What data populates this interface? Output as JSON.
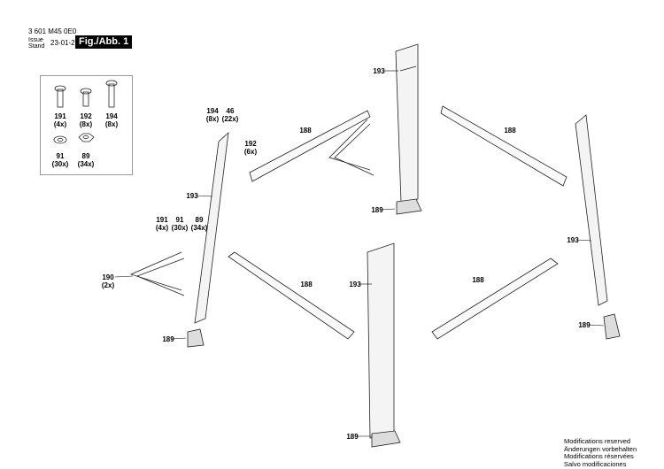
{
  "header": {
    "doc_number": "3 601 M45 0E0",
    "issue_label": "Issue",
    "stand_label": "Stand",
    "date": "23-01-25",
    "figure": "Fig./Abb. 1"
  },
  "legend": [
    {
      "part": "191",
      "qty": "(4x)"
    },
    {
      "part": "192",
      "qty": "(8x)"
    },
    {
      "part": "194",
      "qty": "(8x)"
    },
    {
      "part": "91",
      "qty": "(30x)"
    },
    {
      "part": "89",
      "qty": "(34x)"
    }
  ],
  "callouts": {
    "c193a": "193",
    "c188a": "188",
    "c188b": "188",
    "c194": "194",
    "q194": "(8x)",
    "c46": "46",
    "q46": "(22x)",
    "c192": "192",
    "q192": "(6x)",
    "c193b": "193",
    "c189a": "189",
    "c193c": "193",
    "c191": "191",
    "q191": "(4x)",
    "c91": "91",
    "q91": "(30x)",
    "c89": "89",
    "q89": "(34x)",
    "c190": "190",
    "q190": "(2x)",
    "c188c": "188",
    "c193d": "193",
    "c188d": "188",
    "c189b": "189",
    "c189c": "189",
    "c189d": "189"
  },
  "notes": [
    "Modifications reserved",
    "Änderungen vorbehalten",
    "Modifications réservées",
    "Salvo modificaciones"
  ]
}
